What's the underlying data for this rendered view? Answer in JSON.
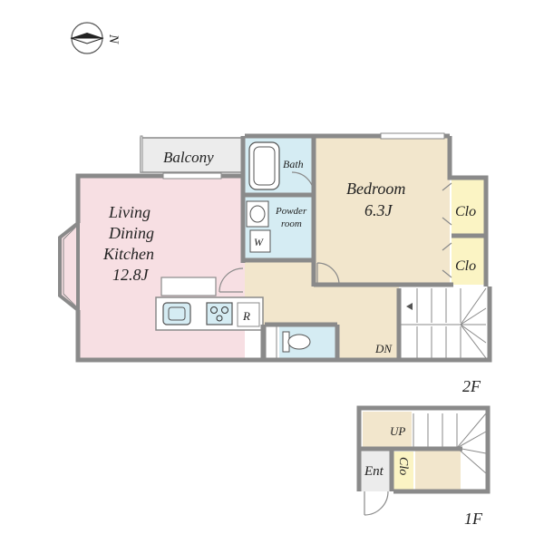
{
  "compass": {
    "letter": "N"
  },
  "floors": {
    "upper": "2F",
    "lower": "1F"
  },
  "rooms": {
    "balcony": "Balcony",
    "bath": "Bath",
    "powder_line1": "Powder",
    "powder_line2": "room",
    "washer": "W",
    "bedroom": "Bedroom",
    "bedroom_size": "6.3J",
    "closet_a": "Clo",
    "closet_b": "Clo",
    "ldk_line1": "Living",
    "ldk_line2": "Dining",
    "ldk_line3": "Kitchen",
    "ldk_size": "12.8J",
    "refrigerator": "R",
    "stairs_down": "DN",
    "stairs_up": "UP",
    "entrance": "Ent",
    "closet_1f": "Clo"
  },
  "colors": {
    "ldk": "#f7dfe3",
    "bedroom": "#f2e6cc",
    "hall": "#f2e6cc",
    "wet_area": "#d5ecf3",
    "closet": "#fbf4c4",
    "balcony": "#ececec",
    "wall": "#8a8a8a"
  }
}
